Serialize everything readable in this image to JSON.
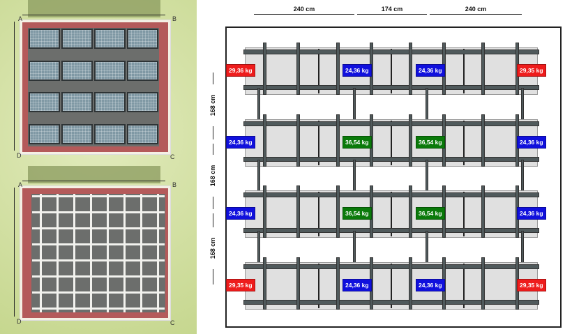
{
  "left_plans": {
    "corners": [
      "A",
      "B",
      "C",
      "D"
    ],
    "colors": {
      "grass": "#c6d78f",
      "roof_border": "#b45a5a",
      "panel": "#7f98a4"
    }
  },
  "diagram": {
    "top_dimensions": [
      "240 cm",
      "174 cm",
      "240 cm"
    ],
    "side_dimensions": [
      "168 cm",
      "168 cm",
      "168 cm"
    ],
    "rows": [
      {
        "loads": [
          {
            "text": "29,36 kg",
            "color": "red"
          },
          {
            "text": "24,36 kg",
            "color": "blue"
          },
          {
            "text": "24,36 kg",
            "color": "blue"
          },
          {
            "text": "29,35 kg",
            "color": "red"
          }
        ]
      },
      {
        "loads": [
          {
            "text": "24,36 kg",
            "color": "blue"
          },
          {
            "text": "36,54 kg",
            "color": "green"
          },
          {
            "text": "36,54 kg",
            "color": "green"
          },
          {
            "text": "24,36 kg",
            "color": "blue"
          }
        ]
      },
      {
        "loads": [
          {
            "text": "24,36 kg",
            "color": "blue"
          },
          {
            "text": "36,54 kg",
            "color": "green"
          },
          {
            "text": "36,54 kg",
            "color": "green"
          },
          {
            "text": "24,36 kg",
            "color": "blue"
          }
        ]
      },
      {
        "loads": [
          {
            "text": "29,35 kg",
            "color": "red"
          },
          {
            "text": "24,36 kg",
            "color": "blue"
          },
          {
            "text": "24,36 kg",
            "color": "blue"
          },
          {
            "text": "29,35 kg",
            "color": "red"
          }
        ]
      }
    ],
    "colors": {
      "red": "#ee1c1c",
      "blue": "#1010dd",
      "green": "#0a7a0a"
    }
  }
}
